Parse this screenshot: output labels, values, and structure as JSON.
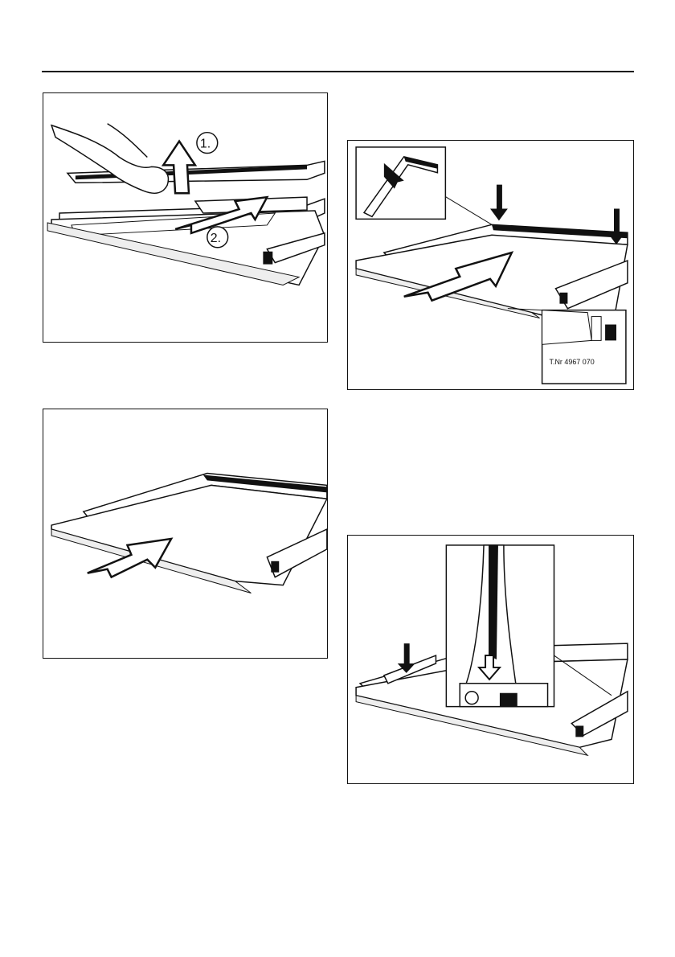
{
  "header": {
    "rule": "top-divider"
  },
  "figures": [
    {
      "id": "fig-1",
      "caption_steps": [
        "1.",
        "2."
      ],
      "description_icons": [
        "hand-icon",
        "arrow-up-icon",
        "arrow-forward-icon"
      ]
    },
    {
      "id": "fig-2",
      "description_icons": [
        "arrow-forward-icon"
      ]
    },
    {
      "id": "fig-3",
      "part_number": "T.Nr 4967 070",
      "description_icons": [
        "arrow-down-icon",
        "arrow-back-icon"
      ]
    },
    {
      "id": "fig-4",
      "description_icons": [
        "arrow-down-icon"
      ]
    }
  ]
}
